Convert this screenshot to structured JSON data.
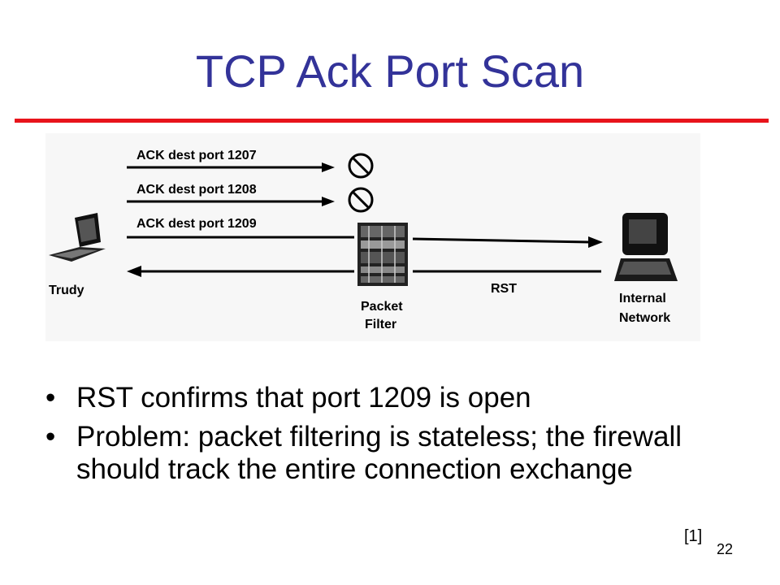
{
  "title": "TCP Ack Port Scan",
  "colors": {
    "title": "#333399",
    "rule": "#e8141b"
  },
  "diagram": {
    "attacker_label": "Trudy",
    "filter_label_line1": "Packet",
    "filter_label_line2": "Filter",
    "internal_label_line1": "Internal",
    "internal_label_line2": "Network",
    "probes": [
      {
        "label": "ACK dest port 1207",
        "blocked": true
      },
      {
        "label": "ACK dest port 1208",
        "blocked": true
      },
      {
        "label": "ACK dest port 1209",
        "blocked": false
      }
    ],
    "reply_label": "RST",
    "icons": [
      "laptop-icon",
      "no-entry-icon",
      "firewall-icon",
      "workstation-icon"
    ]
  },
  "bullets": [
    "RST confirms that port 1209 is open",
    "Problem:  packet filtering is stateless; the firewall should track the entire connection exchange"
  ],
  "bullet_symbol": "•",
  "reference": "[1]",
  "page_number": "22"
}
